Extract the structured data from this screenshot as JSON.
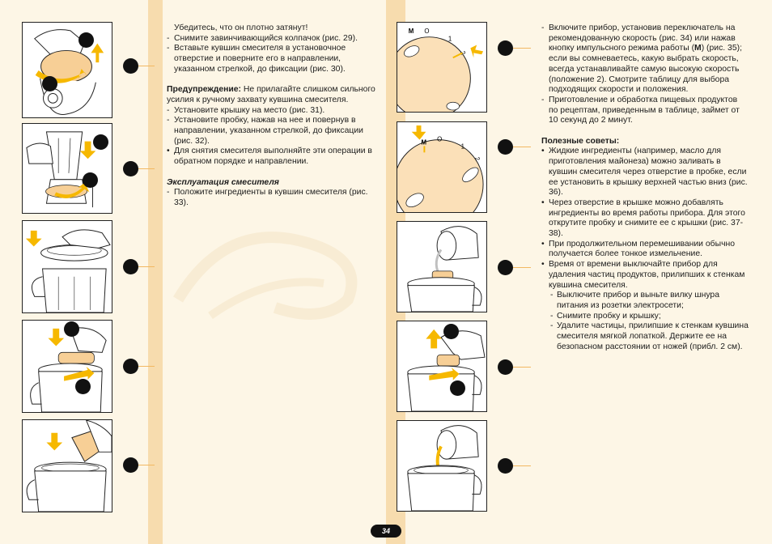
{
  "page": {
    "number": "34"
  },
  "left_column": {
    "intro": "Убедитесь, что он плотно затянут!",
    "steps_1": [
      "Снимите завинчивающийся колпачок (рис. 29).",
      "Вставьте кувшин смесителя в установочное отверстие и поверните его в направлении, указанном стрелкой, до фиксации (рис. 30)."
    ],
    "warning_label": "Предупреждение:",
    "warning_text": " Не прилагайте слишком сильного усилия к ручному захвату кувшина смесителя.",
    "steps_2": [
      "Установите крышку на место (рис. 31).",
      "Установите пробку, нажав на нее и повернув в направлении, указанном стрелкой, до фиксации (рис. 32)."
    ],
    "bullet_1": "Для снятия смесителя выполняйте эти операции в обратном порядке и направлении.",
    "section_title": "Эксплуатация смесителя",
    "steps_3": [
      "Положите ингредиенты в кувшин смесителя (рис. 33)."
    ]
  },
  "right_column": {
    "step_a_pre": "Включите прибор, установив переключатель на рекомендованную скорость (рис. 34) или нажав кнопку импульсного режима работы (",
    "step_a_bold": "M",
    "step_a_post": ") (рис. 35); если вы сомневаетесь, какую выбрать скорость, всегда устанавливайте самую высокую скорость (положение 2). Смотрите таблицу для выбора подходящих скорости и положения.",
    "step_b": "Приготовление и обработка пищевых продуктов по рецептам, приведенным в таблице, займет от 10 секунд до 2 минут.",
    "tips_title": "Полезные советы:",
    "tips": [
      "Жидкие ингредиенты (например, масло для приготовления майонеза) можно заливать в кувшин смесителя через отверстие в пробке, если ее установить в крышку верхней частью вниз (рис. 36).",
      "Через отверстие в крышке можно добавлять ингредиенты во время работы прибора. Для этого открутите пробку и снимите ее с крышки (рис. 37-38).",
      "При продолжительном перемешивании обычно получается более тонкое измельчение.",
      "Время от времени выключайте прибор для удаления частиц продуктов, прилипших к стенкам кувшина смесителя."
    ],
    "substeps": [
      "Выключите прибор и выньте вилку шнура питания из розетки электросети;",
      "Снимите пробку и крышку;",
      "Удалите частицы, прилипшие к стенкам кувшина смесителя мягкой лопаткой. Держите ее на безопасном расстоянии от ножей (прибл. 2 см)."
    ]
  },
  "dial_labels": {
    "m": "M",
    "o": "O",
    "one": "1",
    "two": "2"
  },
  "colors": {
    "accent_yellow": "#f6b800",
    "strip": "#f7dcae",
    "background": "#fdf6e6",
    "dial": "#fbe0b8"
  }
}
